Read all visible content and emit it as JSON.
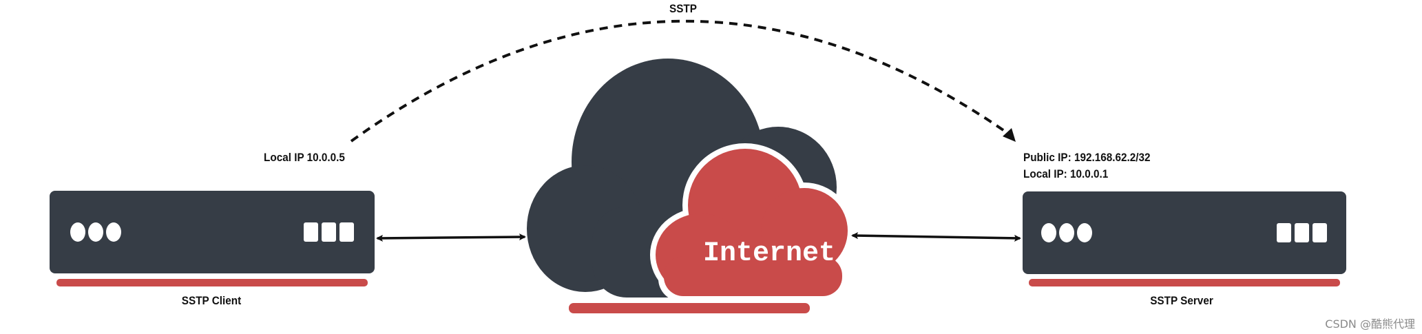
{
  "link_label": "SSTP",
  "client": {
    "local_ip": "Local IP 10.0.0.5",
    "caption": "SSTP Client"
  },
  "server": {
    "public_ip": "Public IP: 192.168.62.2/32",
    "local_ip": "Local IP: 10.0.0.1",
    "caption": "SSTP Server"
  },
  "cloud": {
    "label": "Internet"
  },
  "watermark": "CSDN @酷熊代理",
  "colors": {
    "device": "#363d46",
    "accent": "#c94b4a",
    "arrow": "#111111",
    "led": "#ffffff"
  },
  "icons": {
    "client_device": "server-rack-icon",
    "server_device": "server-rack-icon",
    "cloud": "cloud-icon"
  }
}
